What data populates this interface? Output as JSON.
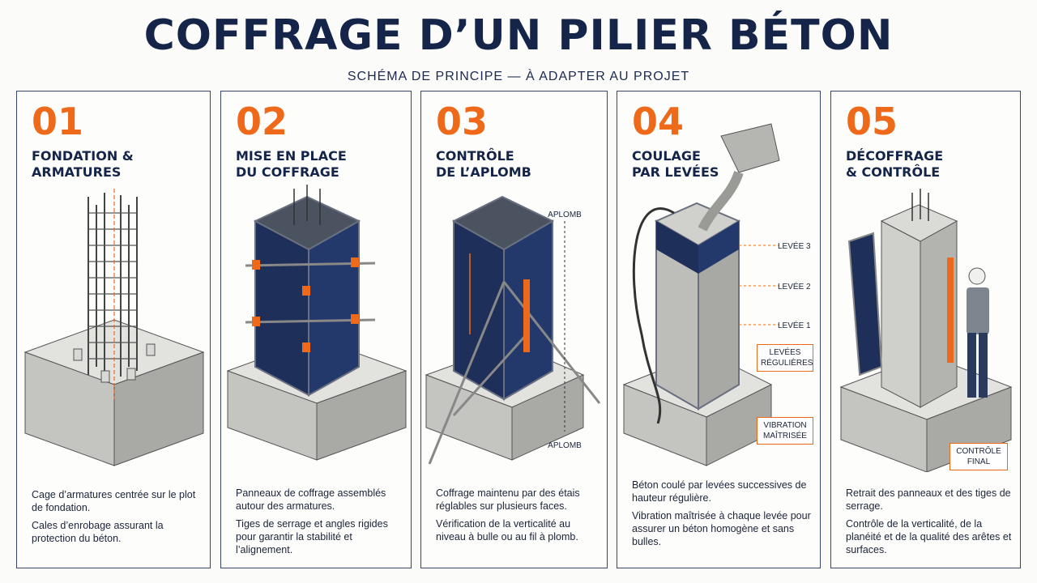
{
  "title": "COFFRAGE D’UN PILIER BÉTON",
  "subtitle": "SCHÉMA DE PRINCIPE — À ADAPTER AU PROJET",
  "colors": {
    "navy": "#152449",
    "orange": "#ee6a1a",
    "concrete": "#c9c9c6",
    "panel": "#1e2f5a",
    "steel": "#9aa0a8"
  },
  "steps": [
    {
      "number": "01",
      "title_lines": [
        "FONDATION &",
        "ARMATURES"
      ],
      "paragraphs": [
        "Cage d’armatures centrée sur le plot de fondation.",
        "Cales d’enrobage assurant la protection du béton."
      ]
    },
    {
      "number": "02",
      "title_lines": [
        "MISE EN PLACE",
        "DU COFFRAGE"
      ],
      "paragraphs": [
        "Panneaux de coffrage assemblés autour des armatures.",
        "Tiges de serrage et angles rigides pour garantir la stabilité et l’alignement."
      ]
    },
    {
      "number": "03",
      "title_lines": [
        "CONTRÔLE",
        "DE L’APLOMB"
      ],
      "paragraphs": [
        "Coffrage maintenu par des étais réglables sur plusieurs faces.",
        "Vérification de la verticalité au niveau à bulle ou au fil à plomb."
      ],
      "labels": {
        "top": "APLOMB",
        "bottom": "APLOMB"
      }
    },
    {
      "number": "04",
      "title_lines": [
        "COULAGE",
        "PAR LEVÉES"
      ],
      "paragraphs": [
        "Béton coulé par levées successives de hauteur régulière.",
        "Vibration maîtrisée à chaque levée pour assurer un béton homogène et sans bulles."
      ],
      "labels": {
        "levee3": "LEVÉE 3",
        "levee2": "LEVÉE 2",
        "levee1": "LEVÉE 1",
        "box1": "LEVÉES RÉGULIÈRES",
        "box2": "VIBRATION MAÎTRISÉE"
      }
    },
    {
      "number": "05",
      "title_lines": [
        "DÉCOFFRAGE",
        "& CONTRÔLE"
      ],
      "paragraphs": [
        "Retrait des panneaux et des tiges de serrage.",
        "Contrôle de la verticalité, de la planéité et de la qualité des arêtes et surfaces."
      ],
      "labels": {
        "box": "CONTRÔLE FINAL"
      }
    }
  ]
}
